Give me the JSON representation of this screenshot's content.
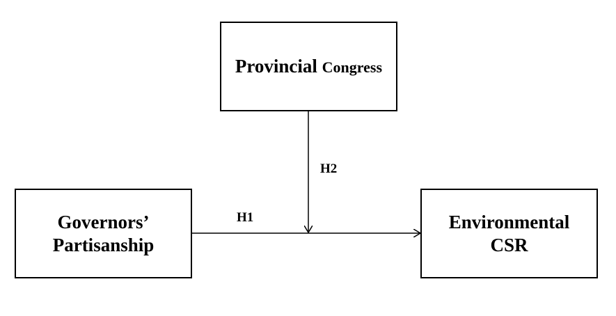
{
  "nodes": {
    "moderator": {
      "part1": "Provincial",
      "part2": "Congress"
    },
    "independent": {
      "line1": "Governors’",
      "line2": "Partisanship"
    },
    "dependent": {
      "line1": "Environmental",
      "line2": "CSR"
    }
  },
  "edges": {
    "h1": "H1",
    "h2": "H2"
  },
  "colors": {
    "stroke": "#000000",
    "background": "#ffffff"
  }
}
